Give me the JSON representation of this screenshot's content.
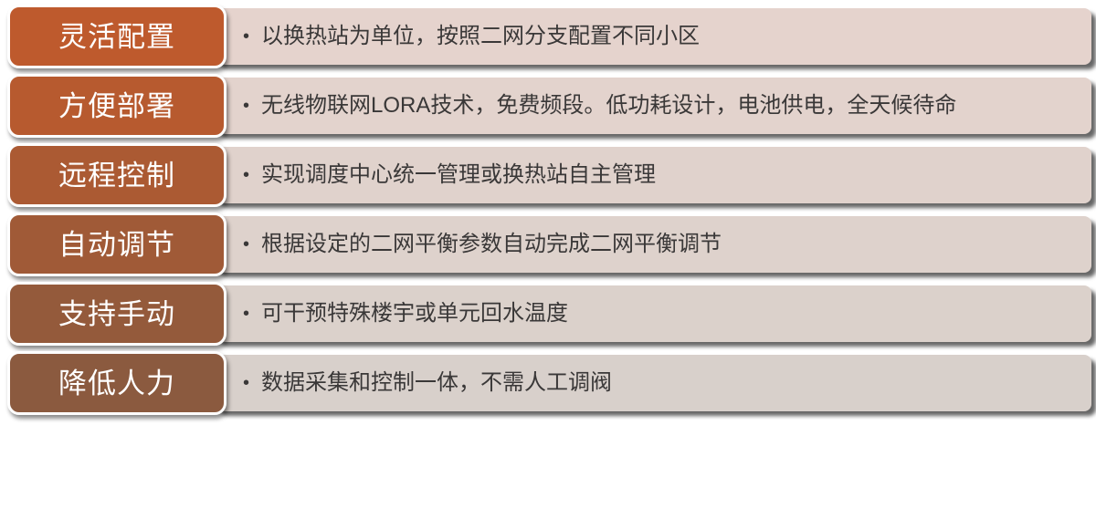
{
  "page": {
    "background_color": "#ffffff",
    "text_color": "#3a3838",
    "label_text_color": "#ffffff"
  },
  "list": {
    "bullet_char": "•",
    "rows": [
      {
        "label": "灵活配置",
        "description": "以换热站为单位，按照二网分支配置不同小区",
        "label_color": "#be5a2d",
        "bar_color": "#e5d3cd"
      },
      {
        "label": "方便部署",
        "description": "无线物联网LORA技术，免费频段。低功耗设计，电池供电，全天候待命",
        "label_color": "#b75a2f",
        "bar_color": "#e3d3cd"
      },
      {
        "label": "远程控制",
        "description": "实现调度中心统一管理或换热站自主管理",
        "label_color": "#ab5a33",
        "bar_color": "#e0d2cc"
      },
      {
        "label": "自动调节",
        "description": "根据设定的二网平衡参数自动完成二网平衡调节",
        "label_color": "#a05a37",
        "bar_color": "#ded2cc"
      },
      {
        "label": "支持手动",
        "description": "可干预特殊楼宇或单元回水温度",
        "label_color": "#945a3b",
        "bar_color": "#dbd1cb"
      },
      {
        "label": "降低人力",
        "description": "数据采集和控制一体，不需人工调阀",
        "label_color": "#8b5a3f",
        "bar_color": "#d8d0cb"
      }
    ]
  }
}
